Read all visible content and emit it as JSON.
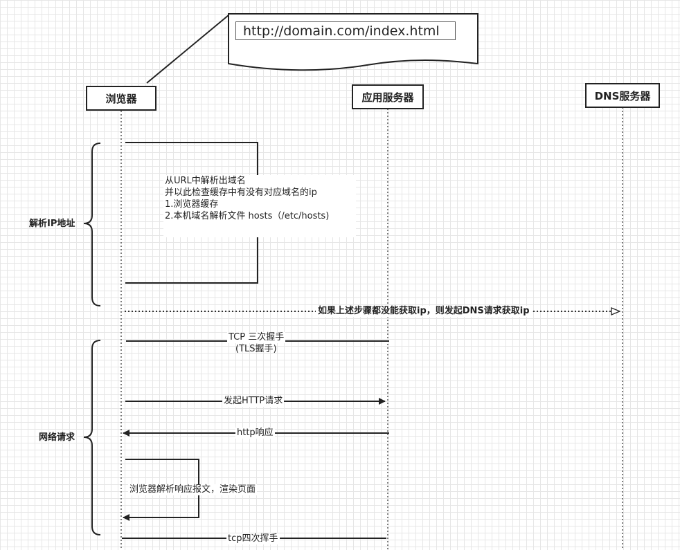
{
  "url_note": {
    "text": "http://domain.com/index.html"
  },
  "actors": {
    "browser": "浏览器",
    "app_server": "应用服务器",
    "dns_server": "DNS服务器"
  },
  "groups": {
    "resolve_ip": "解析IP地址",
    "network_request": "网络请求"
  },
  "self_note": {
    "lines": [
      "从URL中解析出域名",
      "并以此检查缓存中有没有对应域名的ip",
      "1.浏览器缓存",
      "2.本机域名解析文件 hosts（/etc/hosts)"
    ]
  },
  "messages": {
    "dns_request": "如果上述步骤都没能获取ip，则发起DNS请求获取ip",
    "tcp_handshake": "TCP 三次握手",
    "tls_handshake": "(TLS握手)",
    "http_request": "发起HTTP请求",
    "http_response": "http响应",
    "render": "浏览器解析响应报文，渲染页面",
    "tcp_wave": "tcp四次挥手"
  }
}
